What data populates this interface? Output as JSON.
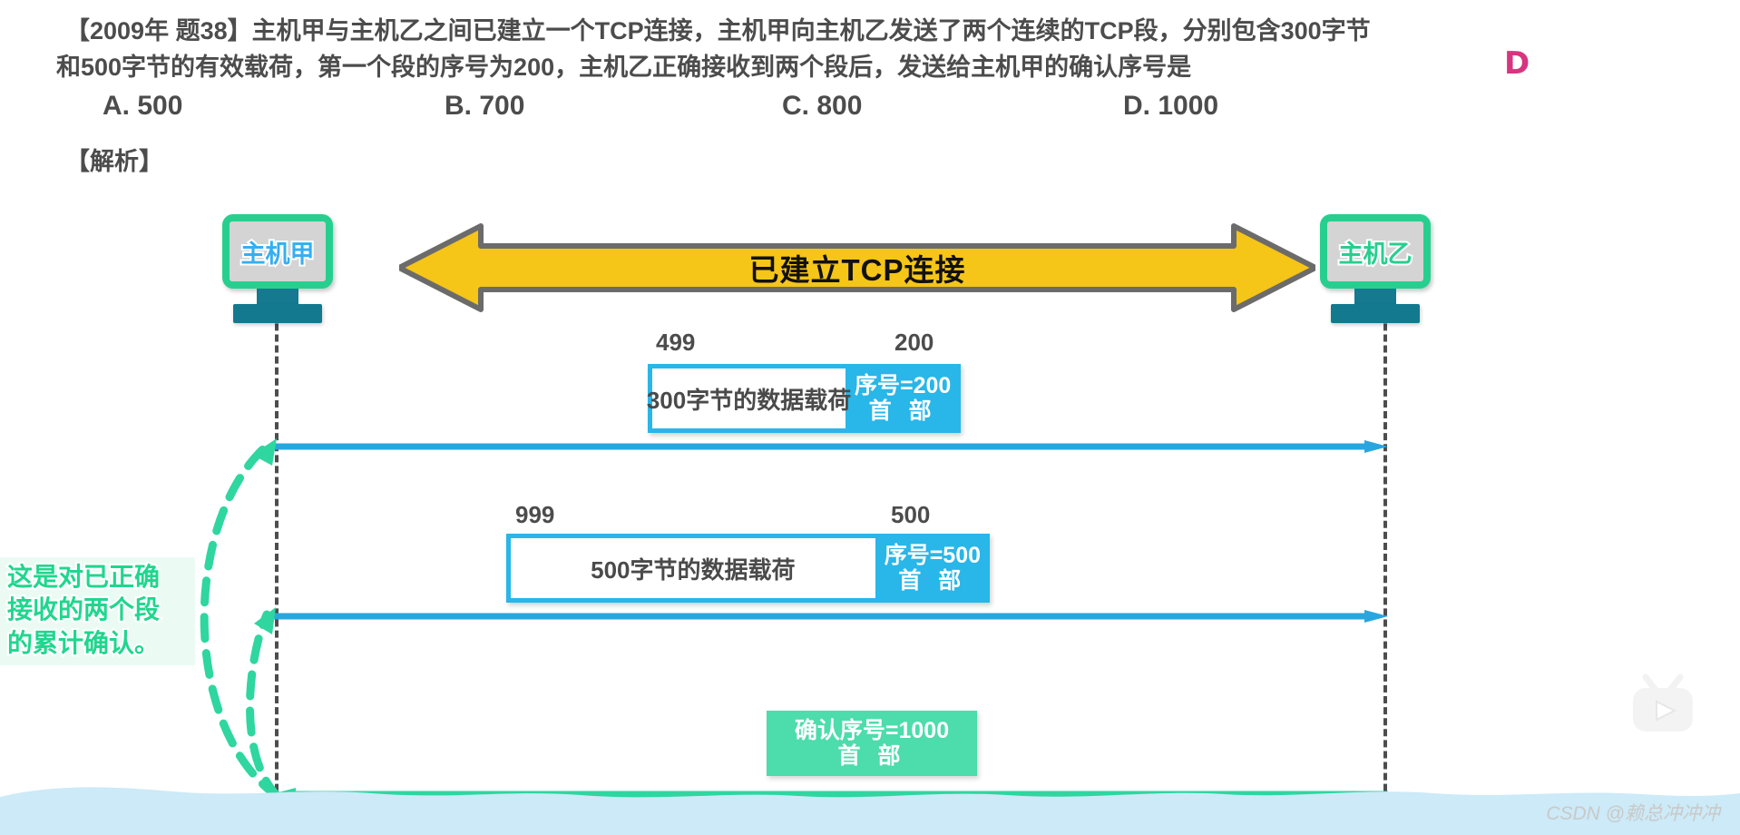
{
  "question": {
    "line1": "【2009年 题38】主机甲与主机乙之间已建立一个TCP连接，主机甲向主机乙发送了两个连续的TCP段，分别包含300字节",
    "line2": "和500字节的有效载荷，第一个段的序号为200，主机乙正确接收到两个段后，发送给主机甲的确认序号是",
    "answer_mark": "D",
    "options": [
      {
        "key": "A",
        "label": "A. 500"
      },
      {
        "key": "B",
        "label": "B. 700"
      },
      {
        "key": "C",
        "label": "C. 800"
      },
      {
        "key": "D",
        "label": "D. 1000"
      }
    ],
    "analysis_label": "【解析】"
  },
  "diagram": {
    "host_a": "主机甲",
    "host_b": "主机乙",
    "connection_banner": "已建立TCP连接",
    "segments": [
      {
        "id": "segment-1",
        "num_left": "499",
        "num_right": "200",
        "payload": "300字节的数据载荷",
        "header_line1": "序号=200",
        "header_line2": "首 部"
      },
      {
        "id": "segment-2",
        "num_left": "999",
        "num_right": "500",
        "payload": "500字节的数据载荷",
        "header_line1": "序号=500",
        "header_line2": "首 部"
      }
    ],
    "ack_segment": {
      "header_line1": "确认序号=1000",
      "header_line2": "首 部"
    },
    "note": {
      "line1": "这是对已正确",
      "line2": "接收的两个段",
      "line3": "的累计确认。"
    }
  },
  "watermarks": {
    "csdn": "CSDN @赖总冲冲冲",
    "tv_icon": "bilibili-tv-icon"
  },
  "colors": {
    "banner_yellow": "#f5c518",
    "segment_blue": "#29b6e8",
    "ack_green": "#4ddcab",
    "host_green": "#27cf8f",
    "host_a_text": "#35aef2",
    "answer_pink": "#d6357f",
    "wave_blue": "#cceaf7",
    "text_gray": "#4c4c4c"
  }
}
